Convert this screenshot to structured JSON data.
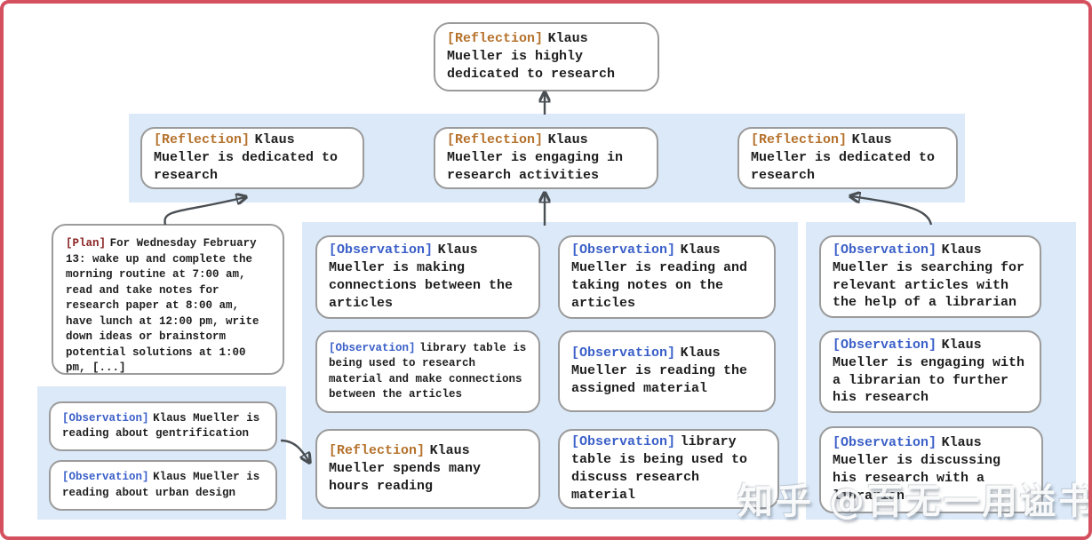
{
  "colors": {
    "frame": "#d4505f",
    "band": "#dce9f8",
    "box_border": "#9b9b9b",
    "reflection_tag": "#b5722c",
    "observation_tag": "#3a5fc8",
    "plan_tag": "#8b2525",
    "text": "#1f1f1f",
    "arrow": "#4a4f54"
  },
  "boxes": {
    "root": {
      "tag": "[Reflection]",
      "text": "Klaus Mueller is highly dedicated to research"
    },
    "l2a": {
      "tag": "[Reflection]",
      "text": "Klaus Mueller is dedicated to research"
    },
    "l2b": {
      "tag": "[Reflection]",
      "text": "Klaus Mueller is engaging in research activities"
    },
    "l2c": {
      "tag": "[Reflection]",
      "text": "Klaus Mueller is dedicated to research"
    },
    "plan": {
      "tag": "[Plan]",
      "text": "For Wednesday February 13: wake up and complete the morning routine at 7:00 am, read and take notes for research paper at 8:00 am, have lunch at 12:00 pm, write down ideas or brainstorm potential solutions at 1:00 pm, [...]"
    },
    "left1": {
      "tag": "[Observation]",
      "text": "Klaus Mueller is reading about gentrification"
    },
    "left2": {
      "tag": "[Observation]",
      "text": "Klaus Mueller is reading about urban design"
    },
    "midA1": {
      "tag": "[Observation]",
      "text": "Klaus Mueller is making connections between the articles"
    },
    "midA2": {
      "tag": "[Observation]",
      "text": "library table is being used to research material and make connections between the articles"
    },
    "midA3": {
      "tag": "[Reflection]",
      "text": "Klaus Mueller spends many hours reading"
    },
    "midB1": {
      "tag": "[Observation]",
      "text": "Klaus Mueller is reading and taking notes on the articles"
    },
    "midB2": {
      "tag": "[Observation]",
      "text": "Klaus Mueller is reading the assigned material"
    },
    "midB3": {
      "tag": "[Observation]",
      "text": "library table is being used to discuss research material"
    },
    "right1": {
      "tag": "[Observation]",
      "text": "Klaus Mueller is searching for relevant articles with the help of a librarian"
    },
    "right2": {
      "tag": "[Observation]",
      "text": "Klaus Mueller is engaging with a librarian to further his research"
    },
    "right3": {
      "tag": "[Observation]",
      "text": "Klaus Mueller is discussing his research with a librarian"
    }
  },
  "watermark": {
    "text": "知乎 @百无一用谥书生"
  }
}
